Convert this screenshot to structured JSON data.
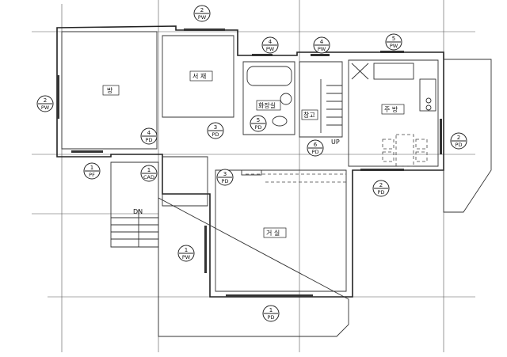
{
  "rooms": {
    "bedroom": "방",
    "study": "서 재",
    "bathroom": "화장실",
    "storage": "창고",
    "kitchen": "주 방",
    "living": "거 실"
  },
  "stairs": {
    "down": "DN",
    "up": "UP"
  },
  "tags": [
    {
      "num": "2",
      "code": "PW"
    },
    {
      "num": "2",
      "code": "PW"
    },
    {
      "num": "4",
      "code": "PW"
    },
    {
      "num": "4",
      "code": "PW"
    },
    {
      "num": "5",
      "code": "PW"
    },
    {
      "num": "4",
      "code": "PD"
    },
    {
      "num": "3",
      "code": "PD"
    },
    {
      "num": "5",
      "code": "PD"
    },
    {
      "num": "6",
      "code": "PD"
    },
    {
      "num": "2",
      "code": "PD"
    },
    {
      "num": "2",
      "code": "PD"
    },
    {
      "num": "1",
      "code": "PF"
    },
    {
      "num": "1",
      "code": "CAD"
    },
    {
      "num": "3",
      "code": "PD"
    },
    {
      "num": "1",
      "code": "PW"
    },
    {
      "num": "1",
      "code": "PD"
    }
  ]
}
